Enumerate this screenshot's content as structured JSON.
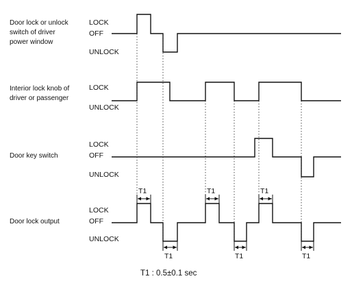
{
  "signals": [
    {
      "id": "driver-switch",
      "title": [
        "Door lock or unlock",
        "switch of driver",
        "power window"
      ],
      "levels": [
        "LOCK",
        "OFF",
        "UNLOCK"
      ]
    },
    {
      "id": "interior-knob",
      "title": [
        "Interior lock knob of",
        "driver or passenger"
      ],
      "levels": [
        "LOCK",
        "UNLOCK"
      ]
    },
    {
      "id": "key-switch",
      "title": [
        "Door key switch"
      ],
      "levels": [
        "LOCK",
        "OFF",
        "UNLOCK"
      ]
    },
    {
      "id": "lock-output",
      "title": [
        "Door lock output"
      ],
      "levels": [
        "LOCK",
        "OFF",
        "UNLOCK"
      ]
    }
  ],
  "timing_labels": {
    "T1": "T1"
  },
  "caption": "T1 : 0.5±0.1 sec",
  "colors": {
    "line": "#111111",
    "background": "#ffffff"
  }
}
